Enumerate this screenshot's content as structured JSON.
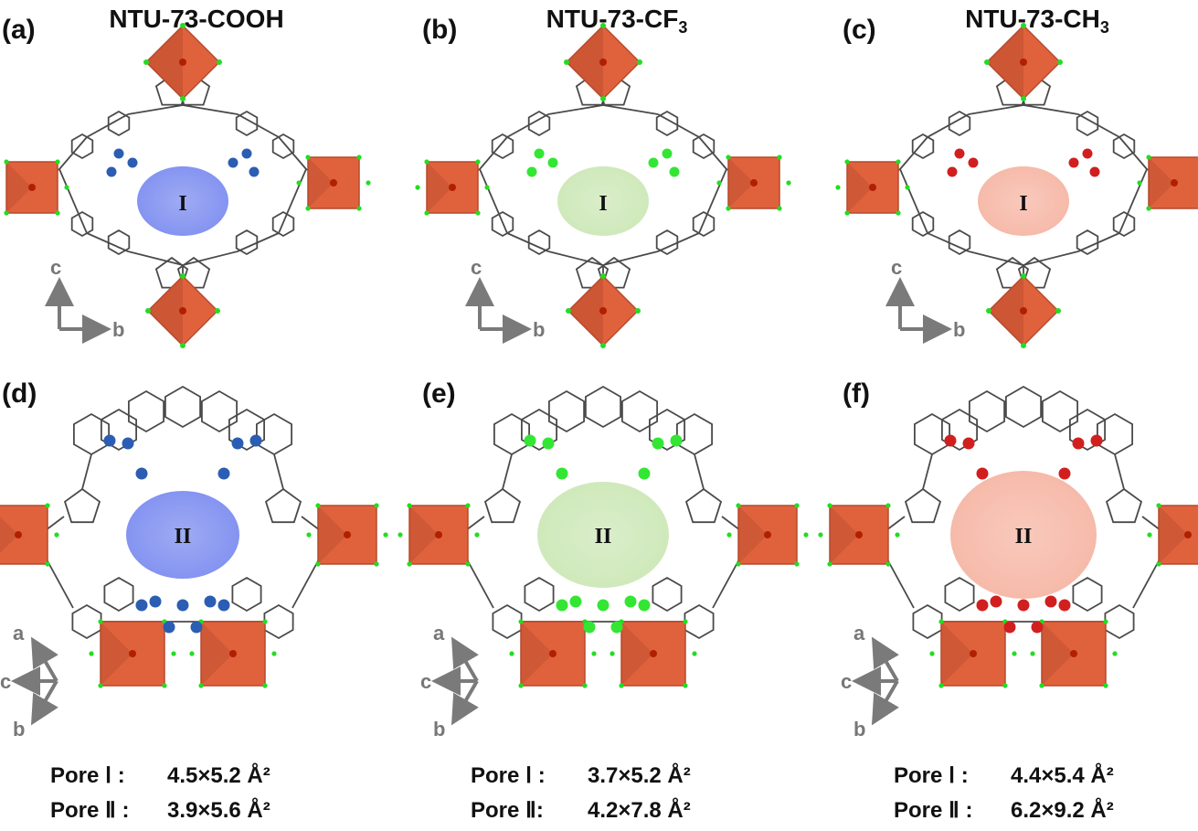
{
  "columns": [
    {
      "label_top": "(a)",
      "label_bottom": "(d)",
      "title_main": "NTU-73-COOH",
      "title_sub": "",
      "group_color": "#2b5db3",
      "pore_color": "#7f8ff0",
      "pore_I_name": "I",
      "pore_II_name": "II",
      "pore_I": "4.5×5.2 Å²",
      "pore_II": "3.9×5.6 Å²",
      "pore_I_label": "Pore Ⅰ :",
      "pore_II_label": "Pore Ⅱ :"
    },
    {
      "label_top": "(b)",
      "label_bottom": "(e)",
      "title_main": "NTU-73-CF",
      "title_sub": "3",
      "group_color": "#33e633",
      "pore_color": "#cde8b8",
      "pore_I_name": "I",
      "pore_II_name": "II",
      "pore_I": "3.7×5.2 Å²",
      "pore_II": "4.2×7.8 Å²",
      "pore_I_label": "Pore Ⅰ :",
      "pore_II_label": "Pore Ⅱ:"
    },
    {
      "label_top": "(c)",
      "label_bottom": "(f)",
      "title_main": "NTU-73-CH",
      "title_sub": "3",
      "group_color": "#d11f1f",
      "pore_color": "#f6b7a6",
      "pore_I_name": "I",
      "pore_II_name": "II",
      "pore_I": "4.4×5.4 Å²",
      "pore_II": "6.2×9.2 Å²",
      "pore_I_label": "Pore Ⅰ :",
      "pore_II_label": "Pore Ⅱ :"
    }
  ],
  "axes_top": {
    "vertical": "c",
    "horizontal": "b"
  },
  "axes_bottom": {
    "a": "a",
    "c": "c",
    "b": "b"
  },
  "colors": {
    "octahedron": "#e0623d",
    "octahedron_dark": "#b64a2c",
    "framework": "#4a4a4a",
    "metal": "#b02000",
    "node": "#22dd22",
    "axis": "#7a7a7a"
  }
}
